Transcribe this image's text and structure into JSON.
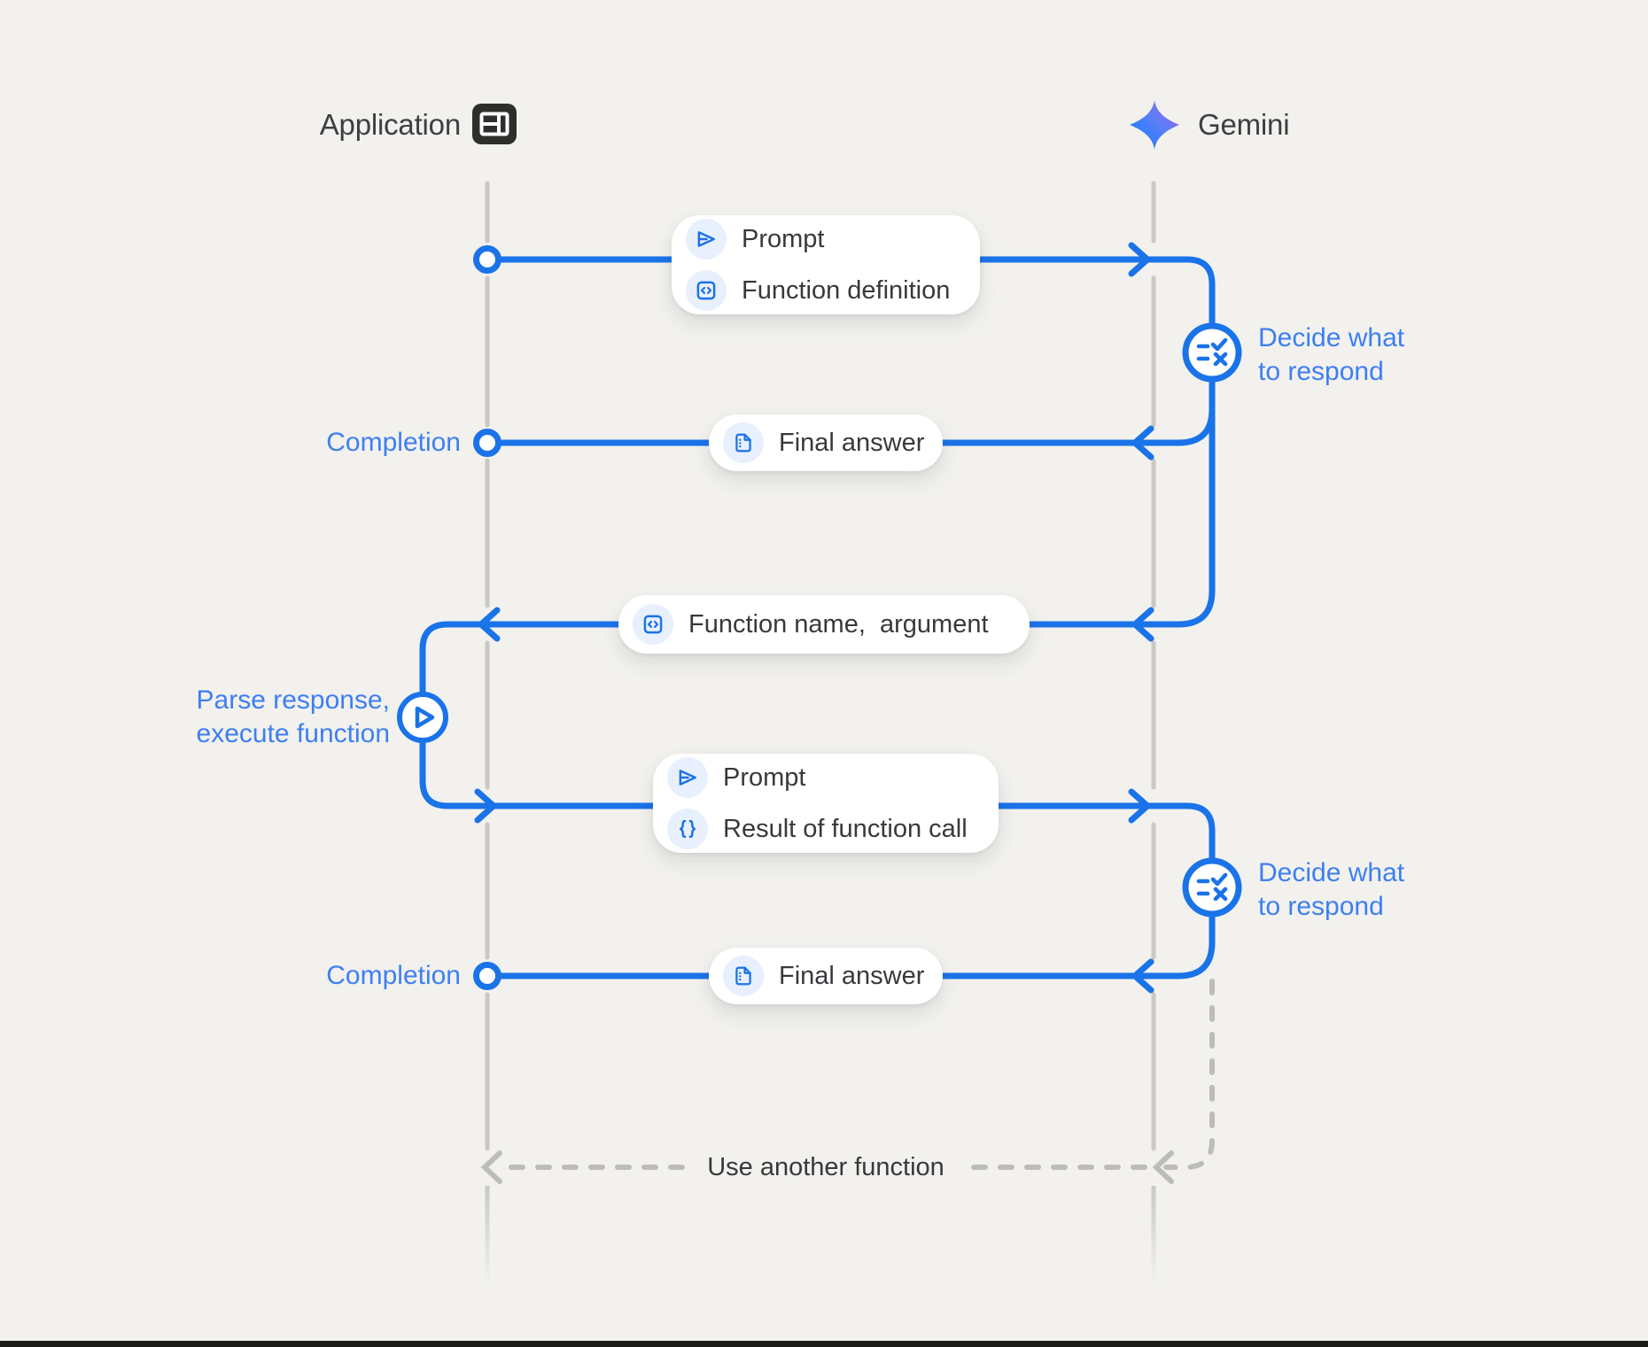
{
  "colors": {
    "background": "#f2f1ee",
    "flow_blue": "#1a73e8",
    "label_blue": "#3d7ff2",
    "dark_text": "#3c4043",
    "lifeline_gray": "#c9c8c5",
    "dashed_gray": "#bdbcb9",
    "icon_chip_bg": "#e8f0fe",
    "gemini_gradient": [
      "#217bfe",
      "#9168f0"
    ]
  },
  "actors": {
    "application": {
      "label": "Application",
      "icon": "app-window-icon"
    },
    "gemini": {
      "label": "Gemini",
      "icon": "gemini-sparkle-icon"
    }
  },
  "messages": [
    {
      "id": "prompt-function-definition",
      "direction": "application-to-gemini",
      "lines": [
        {
          "icon": "send-icon",
          "label": "Prompt"
        },
        {
          "icon": "code-block-icon",
          "label": "Function definition"
        }
      ]
    },
    {
      "id": "final-answer-first",
      "direction": "gemini-to-application",
      "lines": [
        {
          "icon": "document-icon",
          "label": "Final answer"
        }
      ]
    },
    {
      "id": "function-name-argument",
      "direction": "gemini-to-application",
      "lines": [
        {
          "icon": "code-block-icon",
          "label": "Function name,  argument"
        }
      ]
    },
    {
      "id": "prompt-result-of-function-call",
      "direction": "application-to-gemini",
      "lines": [
        {
          "icon": "send-icon",
          "label": "Prompt"
        },
        {
          "icon": "braces-icon",
          "label": "Result of function call"
        }
      ]
    },
    {
      "id": "final-answer-second",
      "direction": "gemini-to-application",
      "lines": [
        {
          "icon": "document-icon",
          "label": "Final answer"
        }
      ]
    }
  ],
  "labels": {
    "completion_first": "Completion",
    "completion_second": "Completion",
    "decide_first": "Decide what to respond",
    "decide_second": "Decide what to respond",
    "parse_execute": "Parse response, execute function",
    "use_another_function": "Use another function"
  }
}
